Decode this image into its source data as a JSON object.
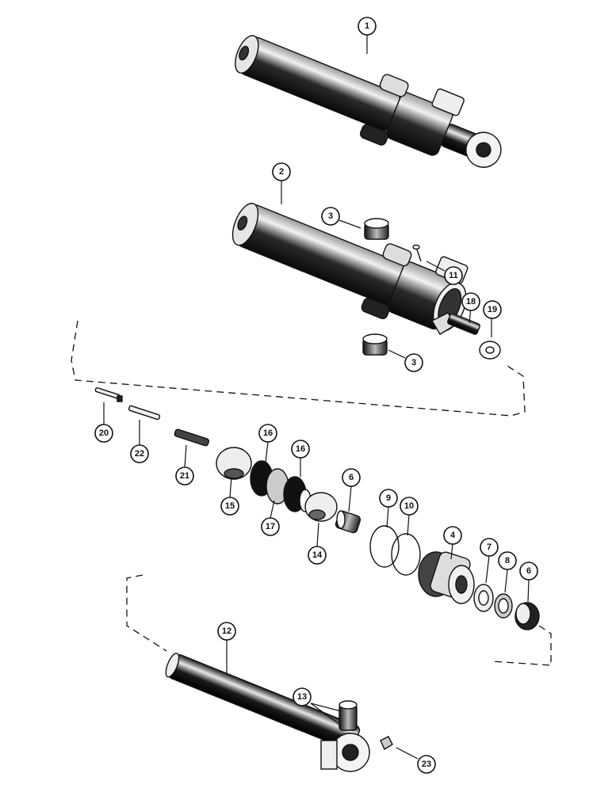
{
  "callouts": [
    {
      "id": "1",
      "label": "1"
    },
    {
      "id": "2",
      "label": "2"
    },
    {
      "id": "3a",
      "label": "3"
    },
    {
      "id": "3b",
      "label": "3"
    },
    {
      "id": "11",
      "label": "11"
    },
    {
      "id": "18",
      "label": "18"
    },
    {
      "id": "19",
      "label": "19"
    },
    {
      "id": "20",
      "label": "20"
    },
    {
      "id": "22",
      "label": "22"
    },
    {
      "id": "21",
      "label": "21"
    },
    {
      "id": "16a",
      "label": "16"
    },
    {
      "id": "16b",
      "label": "16"
    },
    {
      "id": "15",
      "label": "15"
    },
    {
      "id": "17",
      "label": "17"
    },
    {
      "id": "14",
      "label": "14"
    },
    {
      "id": "6a",
      "label": "6"
    },
    {
      "id": "9",
      "label": "9"
    },
    {
      "id": "10",
      "label": "10"
    },
    {
      "id": "4",
      "label": "4"
    },
    {
      "id": "7",
      "label": "7"
    },
    {
      "id": "8",
      "label": "8"
    },
    {
      "id": "6b",
      "label": "6"
    },
    {
      "id": "12",
      "label": "12"
    },
    {
      "id": "13",
      "label": "13"
    },
    {
      "id": "23",
      "label": "23"
    }
  ]
}
